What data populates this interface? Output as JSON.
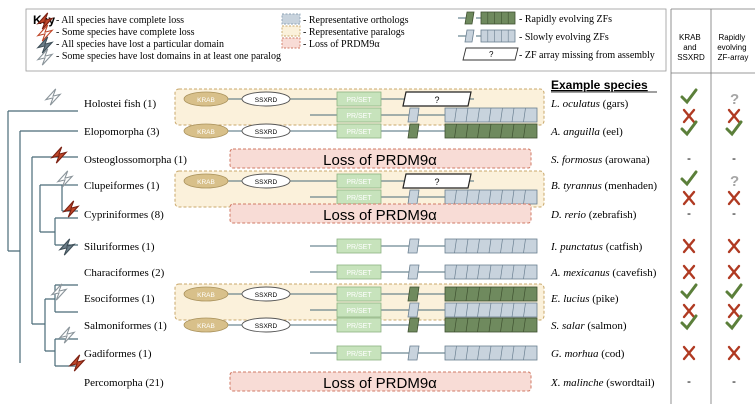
{
  "key": {
    "title": "Key",
    "items": [
      {
        "text": "- All species have complete loss",
        "icon": "bolt-dark-red-icon"
      },
      {
        "text": "- Some species have complete loss",
        "icon": "bolt-light-red-icon"
      },
      {
        "text": "- All species have lost a particular domain",
        "icon": "bolt-dark-gray-icon"
      },
      {
        "text": "- Some species have lost domains in at least one paralog",
        "icon": "bolt-light-gray-icon"
      },
      {
        "text": "- Representative orthologs",
        "icon": "dashed-box-blue"
      },
      {
        "text": "- Representative paralogs",
        "icon": "dashed-box-tan"
      },
      {
        "text": "- Loss of PRDM9α",
        "icon": "dashed-box-pink"
      },
      {
        "text": "- Rapidly evolving ZFs",
        "icon": "zf-rapid"
      },
      {
        "text": "- Slowly evolving ZFs",
        "icon": "zf-slow"
      },
      {
        "text": "- ZF array missing from assembly",
        "icon": "zf-missing"
      }
    ],
    "missing_symbol": "?"
  },
  "columns": {
    "krab_ssxrd": [
      "KRAB",
      "and",
      "SSXRD"
    ],
    "rapid_zf": [
      "Rapidly",
      "evolving",
      "ZF-array"
    ],
    "example_species": "Example species"
  },
  "domains": {
    "krab": "KRAB",
    "ssxrd": "SSXRD",
    "prset": "PR/SET",
    "loss": "Loss of PRDM9α",
    "unknown": "?"
  },
  "colors": {
    "krab_fill": "#d8c08a",
    "prset_fill": "#c7e3bc",
    "rapid_zf_fill": "#6f8a5e",
    "slow_zf_fill": "#c8d3dd",
    "tan_box": "#fbf1db",
    "pink_box": "#f8dcd6",
    "check_green": "#5b7f3a",
    "cross_red": "#b03a22",
    "question_gray": "#a5a5a5",
    "tree_line": "#4a6b78"
  },
  "rows": [
    {
      "clade": "Holostei fish (1)",
      "species": "L. oculatus",
      "common": " (gars)",
      "box": "paralogs",
      "bolt": "light-gray",
      "krab_ssxrd": [
        "check",
        "cross"
      ],
      "rapid_zf": [
        "question",
        "cross"
      ]
    },
    {
      "clade": "Elopomorpha (3)",
      "species": "A. anguilla",
      "common": " (eel)",
      "box": "none",
      "bolt": "",
      "krab_ssxrd": [
        "check"
      ],
      "rapid_zf": [
        "check"
      ]
    },
    {
      "clade": "Osteoglossomorpha (1)",
      "species": "S. formosus",
      "common": " (arowana)",
      "box": "loss",
      "bolt": "dark-red",
      "krab_ssxrd": [
        "-"
      ],
      "rapid_zf": [
        "-"
      ]
    },
    {
      "clade": "Clupeiformes (1)",
      "species": "B. tyrannus",
      "common": " (menhaden)",
      "box": "paralogs",
      "bolt": "light-gray",
      "krab_ssxrd": [
        "check",
        "cross"
      ],
      "rapid_zf": [
        "question",
        "cross"
      ]
    },
    {
      "clade": "Cypriniformes (8)",
      "species": "D. rerio",
      "common": " (zebrafish)",
      "box": "loss",
      "bolt": "dark-red",
      "krab_ssxrd": [
        "-"
      ],
      "rapid_zf": [
        "-"
      ]
    },
    {
      "clade": "Siluriformes (1)",
      "species": "I. punctatus",
      "common": " (catfish)",
      "box": "none",
      "bolt": "",
      "krab_ssxrd": [
        "cross"
      ],
      "rapid_zf": [
        "cross"
      ]
    },
    {
      "clade": "Characiformes (2)",
      "species": "A. mexicanus",
      "common": " (cavefish)",
      "box": "none",
      "bolt": "",
      "krab_ssxrd": [
        "cross"
      ],
      "rapid_zf": [
        "cross"
      ]
    },
    {
      "clade": "Esociformes (1)",
      "species": "E. lucius",
      "common": " (pike)",
      "box": "paralogs",
      "bolt": "light-gray",
      "krab_ssxrd": [
        "check",
        "cross"
      ],
      "rapid_zf": [
        "check",
        "cross"
      ]
    },
    {
      "clade": "Salmoniformes (1)",
      "species": "S. salar",
      "common": " (salmon)",
      "box": "none",
      "bolt": "",
      "krab_ssxrd": [
        "check"
      ],
      "rapid_zf": [
        "check"
      ]
    },
    {
      "clade": "Gadiformes (1)",
      "species": "G. morhua",
      "common": " (cod)",
      "box": "none",
      "bolt": "",
      "krab_ssxrd": [
        "cross"
      ],
      "rapid_zf": [
        "cross"
      ]
    },
    {
      "clade": "Percomorpha (21)",
      "species": "X. malinche",
      "common": " (swordtail)",
      "box": "loss",
      "bolt": "dark-red",
      "krab_ssxrd": [
        "-"
      ],
      "rapid_zf": [
        "-"
      ]
    }
  ],
  "tree_bolts": {
    "siluriformes_characiformes": "dark-gray",
    "gadiformes": "light-gray",
    "percomorpha": "dark-red"
  }
}
